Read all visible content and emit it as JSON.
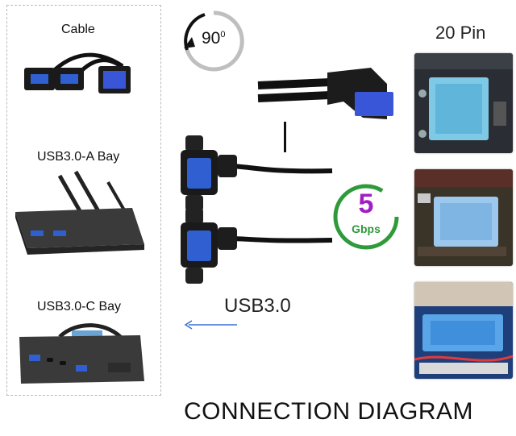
{
  "left_panel": {
    "cable_label": "Cable",
    "a_bay_label": "USB3.0-A Bay",
    "c_bay_label": "USB3.0-C Bay"
  },
  "rotation": {
    "text": "90",
    "superscript": "0"
  },
  "pin_label": "20 Pin",
  "speed_badge": {
    "number": "5",
    "unit": "Gbps"
  },
  "usb_label": "USB3.0",
  "footer": {
    "title": "CONNECTION DIAGRAM"
  },
  "colors": {
    "usb_blue": "#2f5fd0",
    "connector_blue": "#3a56d8",
    "badge_green": "#2e9a3a",
    "badge_purple": "#a11ec4",
    "header_cyan": "#7ec9e6",
    "arrow_blue": "#3a6fd0"
  }
}
